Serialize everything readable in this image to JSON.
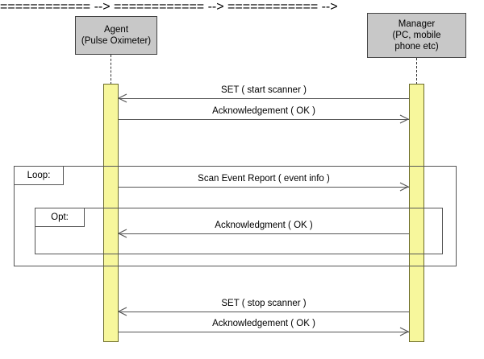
{
  "diagram": {
    "type": "uml-sequence-diagram",
    "colors": {
      "participant_fill": "#c8c8c8",
      "participant_border": "#444444",
      "activation_fill": "#f7f79c",
      "activation_border": "#6b6b2a",
      "line": "#555555",
      "background": "#ffffff"
    },
    "participants": [
      {
        "id": "agent",
        "lines": [
          "Agent",
          "(Pulse Oximeter)"
        ],
        "line1": "Agent",
        "line2": "(Pulse Oximeter)"
      },
      {
        "id": "manager",
        "lines": [
          "Manager",
          "(PC, mobile",
          "phone etc)"
        ],
        "line1": "Manager",
        "line2": "(PC, mobile",
        "line3": "phone etc)"
      }
    ],
    "messages": [
      {
        "id": "m1",
        "label": "SET ( start scanner )",
        "from": "manager",
        "to": "agent",
        "direction": "left"
      },
      {
        "id": "m2",
        "label": "Acknowledgement ( OK )",
        "from": "agent",
        "to": "manager",
        "direction": "right"
      },
      {
        "id": "m3",
        "label": "Scan Event Report ( event info )",
        "from": "agent",
        "to": "manager",
        "direction": "right"
      },
      {
        "id": "m4",
        "label": "Acknowledgment ( OK )",
        "from": "manager",
        "to": "agent",
        "direction": "left"
      },
      {
        "id": "m5",
        "label": "SET ( stop scanner )",
        "from": "manager",
        "to": "agent",
        "direction": "left"
      },
      {
        "id": "m6",
        "label": "Acknowledgement ( OK )",
        "from": "agent",
        "to": "manager",
        "direction": "right"
      }
    ],
    "fragments": [
      {
        "id": "loop",
        "label": "Loop:"
      },
      {
        "id": "opt",
        "label": "Opt:"
      }
    ]
  }
}
